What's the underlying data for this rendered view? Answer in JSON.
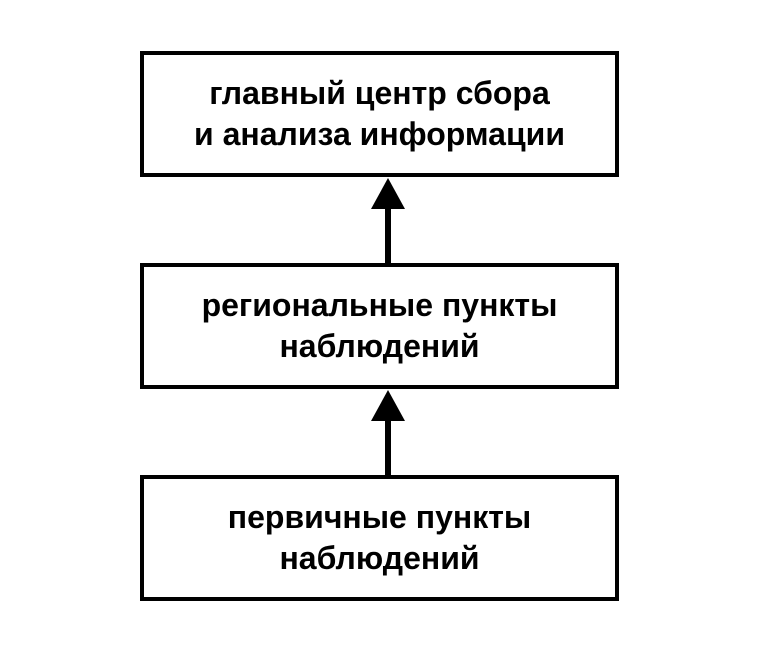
{
  "diagram": {
    "nodes": [
      {
        "id": "top",
        "lines": [
          "главный центр сбора",
          "и анализа информации"
        ]
      },
      {
        "id": "mid",
        "lines": [
          "региональные пункты",
          "наблюдений"
        ]
      },
      {
        "id": "bot",
        "lines": [
          "первичные пункты",
          "наблюдений"
        ]
      }
    ],
    "edges": [
      {
        "from": "mid",
        "to": "top"
      },
      {
        "from": "bot",
        "to": "mid"
      }
    ],
    "colors": {
      "stroke": "#000000",
      "background": "#ffffff"
    }
  }
}
